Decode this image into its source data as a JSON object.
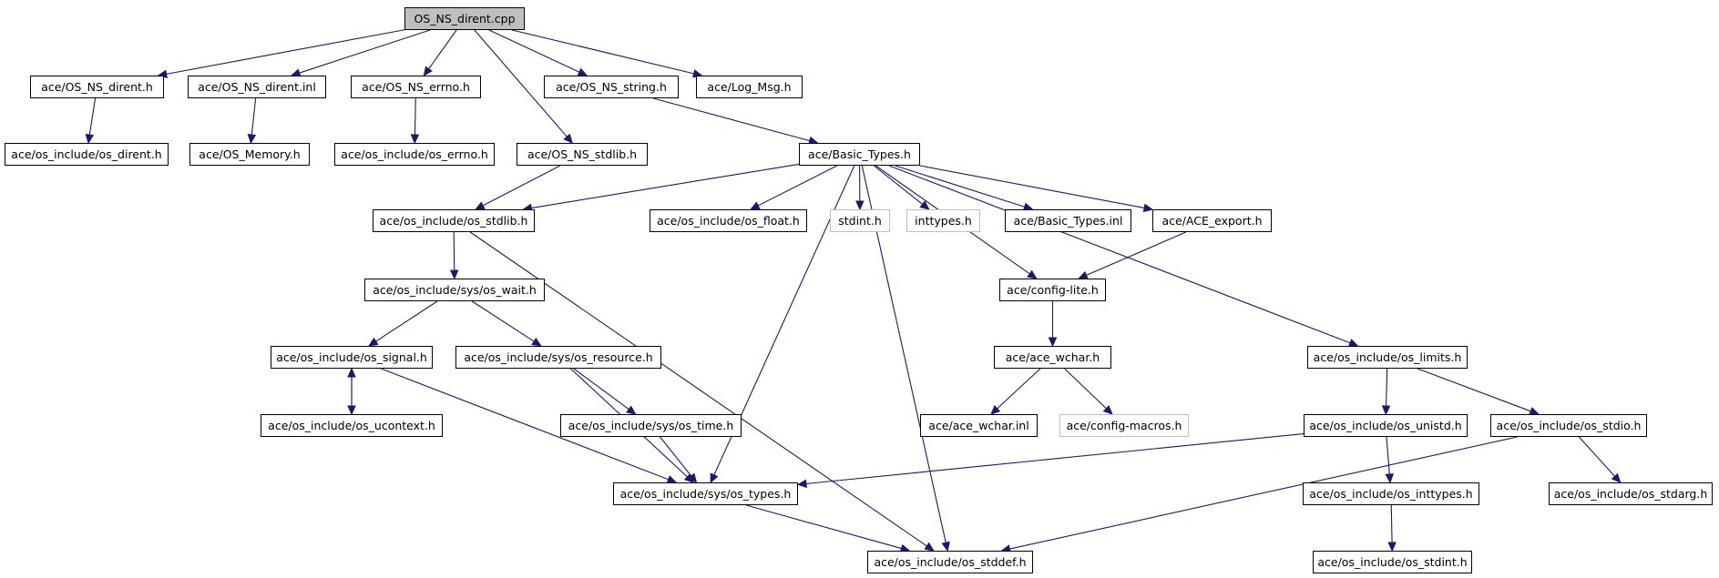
{
  "colors": {
    "edge": "#191970",
    "root_fill": "#bfbfbf",
    "node_border": "#000000",
    "missing_border": "#bfbfbf"
  },
  "nodes": {
    "root": "OS_NS_dirent.cpp",
    "os_ns_dirent_h": "ace/OS_NS_dirent.h",
    "os_ns_dirent_inl": "ace/OS_NS_dirent.inl",
    "os_ns_errno_h": "ace/OS_NS_errno.h",
    "os_ns_string_h": "ace/OS_NS_string.h",
    "log_msg_h": "ace/Log_Msg.h",
    "os_include_os_dirent_h": "ace/os_include/os_dirent.h",
    "os_memory_h": "ace/OS_Memory.h",
    "os_include_os_errno_h": "ace/os_include/os_errno.h",
    "os_ns_stdlib_h": "ace/OS_NS_stdlib.h",
    "basic_types_h": "ace/Basic_Types.h",
    "os_include_os_stdlib_h": "ace/os_include/os_stdlib.h",
    "os_include_os_float_h": "ace/os_include/os_float.h",
    "stdint_h": "stdint.h",
    "inttypes_h": "inttypes.h",
    "basic_types_inl": "ace/Basic_Types.inl",
    "ace_export_h": "ace/ACE_export.h",
    "os_include_sys_os_wait_h": "ace/os_include/sys/os_wait.h",
    "config_lite_h": "ace/config-lite.h",
    "os_include_os_signal_h": "ace/os_include/os_signal.h",
    "os_include_sys_os_resource_h": "ace/os_include/sys/os_resource.h",
    "ace_wchar_h": "ace/ace_wchar.h",
    "os_include_os_limits_h": "ace/os_include/os_limits.h",
    "os_include_os_ucontext_h": "ace/os_include/os_ucontext.h",
    "os_include_sys_os_time_h": "ace/os_include/sys/os_time.h",
    "ace_wchar_inl": "ace/ace_wchar.inl",
    "config_macros_h": "ace/config-macros.h",
    "os_include_os_unistd_h": "ace/os_include/os_unistd.h",
    "os_include_os_stdio_h": "ace/os_include/os_stdio.h",
    "os_include_sys_os_types_h": "ace/os_include/sys/os_types.h",
    "os_include_os_inttypes_h": "ace/os_include/os_inttypes.h",
    "os_include_os_stdarg_h": "ace/os_include/os_stdarg.h",
    "os_include_os_stddef_h": "ace/os_include/os_stddef.h",
    "os_include_os_stdint_h": "ace/os_include/os_stdint.h"
  },
  "edges": [
    [
      "root",
      "os_ns_dirent_h"
    ],
    [
      "root",
      "os_ns_dirent_inl"
    ],
    [
      "root",
      "os_ns_errno_h"
    ],
    [
      "root",
      "os_ns_string_h"
    ],
    [
      "root",
      "log_msg_h"
    ],
    [
      "root",
      "os_ns_stdlib_h"
    ],
    [
      "os_ns_dirent_h",
      "os_include_os_dirent_h"
    ],
    [
      "os_ns_dirent_inl",
      "os_memory_h"
    ],
    [
      "os_ns_errno_h",
      "os_include_os_errno_h"
    ],
    [
      "os_ns_string_h",
      "basic_types_h"
    ],
    [
      "os_ns_stdlib_h",
      "os_include_os_stdlib_h"
    ],
    [
      "basic_types_h",
      "os_include_os_stdlib_h"
    ],
    [
      "basic_types_h",
      "os_include_os_float_h"
    ],
    [
      "basic_types_h",
      "stdint_h"
    ],
    [
      "basic_types_h",
      "inttypes_h"
    ],
    [
      "basic_types_h",
      "basic_types_inl"
    ],
    [
      "basic_types_h",
      "ace_export_h"
    ],
    [
      "basic_types_h",
      "config_lite_h"
    ],
    [
      "basic_types_h",
      "os_include_sys_os_types_h"
    ],
    [
      "basic_types_h",
      "os_include_os_stddef_h"
    ],
    [
      "basic_types_h",
      "os_include_os_limits_h"
    ],
    [
      "ace_export_h",
      "config_lite_h"
    ],
    [
      "config_lite_h",
      "ace_wchar_h"
    ],
    [
      "ace_wchar_h",
      "ace_wchar_inl"
    ],
    [
      "ace_wchar_h",
      "config_macros_h"
    ],
    [
      "os_include_os_stdlib_h",
      "os_include_sys_os_wait_h"
    ],
    [
      "os_include_os_stdlib_h",
      "os_include_os_stddef_h"
    ],
    [
      "os_include_sys_os_wait_h",
      "os_include_os_signal_h"
    ],
    [
      "os_include_sys_os_wait_h",
      "os_include_sys_os_resource_h"
    ],
    [
      "os_include_os_signal_h",
      "os_include_os_ucontext_h"
    ],
    [
      "os_include_os_ucontext_h",
      "os_include_os_signal_h"
    ],
    [
      "os_include_os_signal_h",
      "os_include_sys_os_types_h"
    ],
    [
      "os_include_sys_os_resource_h",
      "os_include_sys_os_time_h"
    ],
    [
      "os_include_sys_os_resource_h",
      "os_include_sys_os_types_h"
    ],
    [
      "os_include_sys_os_time_h",
      "os_include_sys_os_types_h"
    ],
    [
      "os_include_sys_os_types_h",
      "os_include_os_stddef_h"
    ],
    [
      "os_include_os_limits_h",
      "os_include_os_unistd_h"
    ],
    [
      "os_include_os_limits_h",
      "os_include_os_stdio_h"
    ],
    [
      "os_include_os_unistd_h",
      "os_include_sys_os_types_h"
    ],
    [
      "os_include_os_unistd_h",
      "os_include_os_inttypes_h"
    ],
    [
      "os_include_os_inttypes_h",
      "os_include_os_stdint_h"
    ],
    [
      "os_include_os_stdio_h",
      "os_include_os_stdarg_h"
    ],
    [
      "os_include_os_stdio_h",
      "os_include_os_stddef_h"
    ]
  ]
}
